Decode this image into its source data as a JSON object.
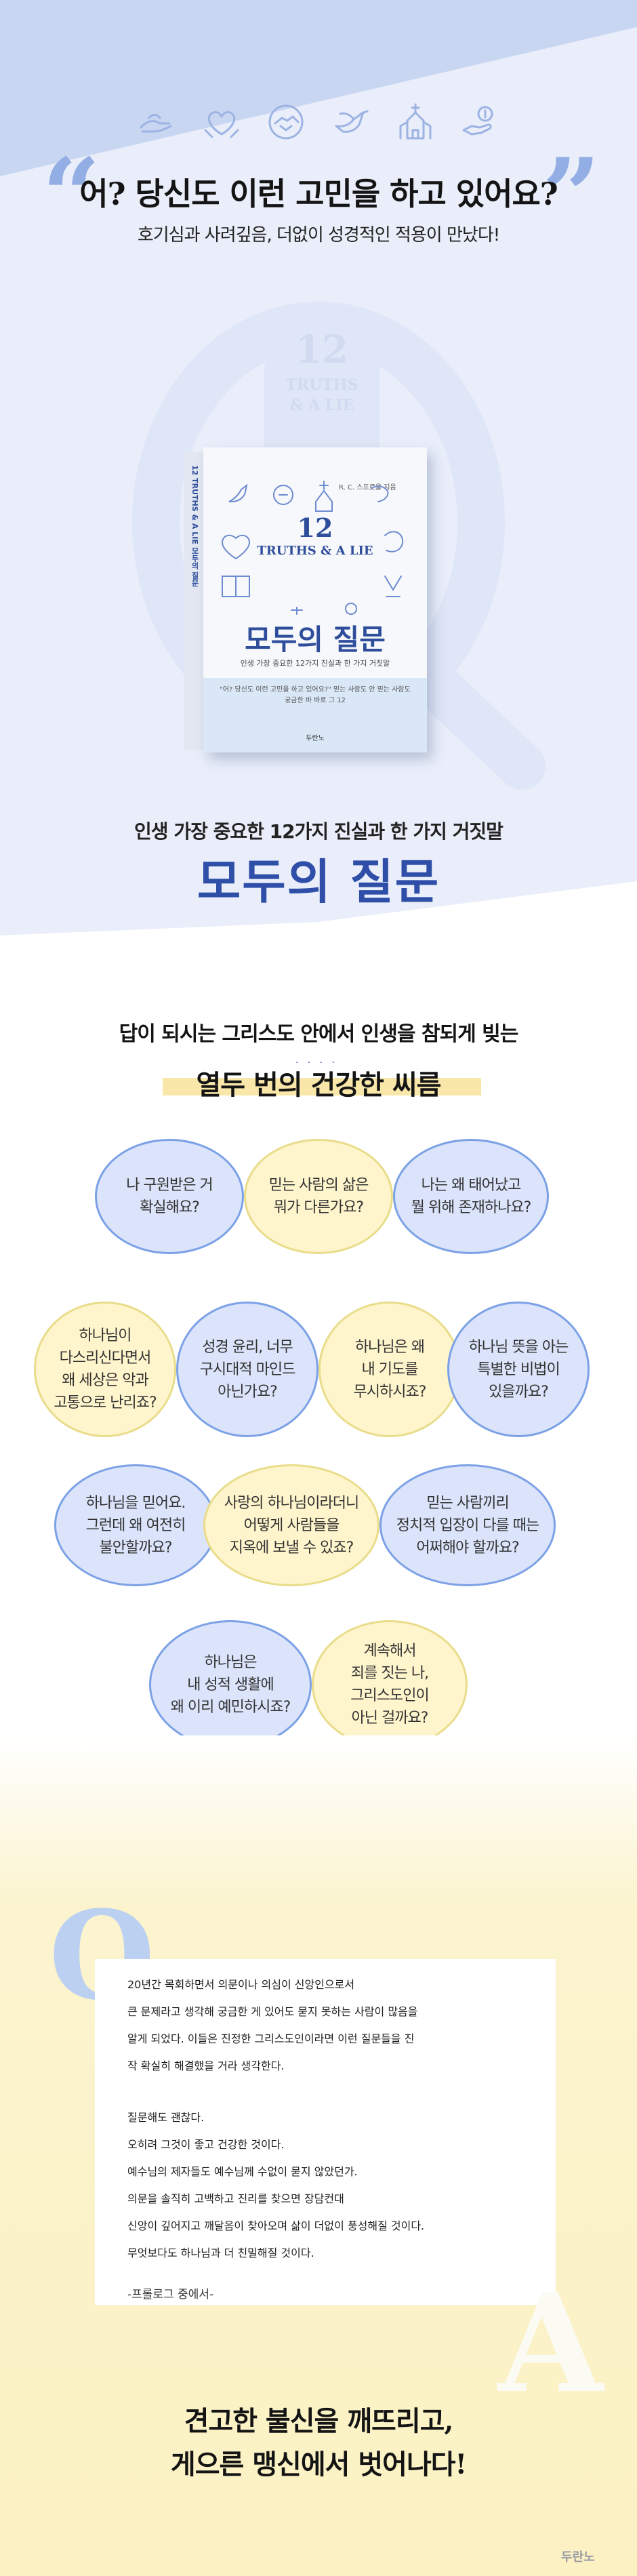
{
  "header": {
    "icons": [
      "hands-praying-icon",
      "heart-hands-icon",
      "handshake-icon",
      "dove-icon",
      "church-icon",
      "hand-coins-icon"
    ],
    "headline": "어? 당신도 이런 고민을 하고 있어요?",
    "subheadline": "호기심과 사려깊음, 더없이 성경적인 적용이 만났다!"
  },
  "book": {
    "title_en_1": "12",
    "title_en_2": "TRUTHS & A LIE",
    "title_ko": "모두의 질문",
    "author": "R. C. 스프로울 지음",
    "subtitle": "인생 가장 중요한 12가지 진실과 한 가지 거짓말",
    "quote": "\"어? 당신도 이런 고민을 하고 있어요?\" 믿는 사람도 안 믿는 사람도 궁금한 바 바로 그 12",
    "publisher": "두란노",
    "spine_text": "12 TRUTHS & A LIE 모두의 질문"
  },
  "tagline": {
    "line": "인생 가장 중요한 12가지 진실과 한 가지 거짓말",
    "brand": "모두의 질문"
  },
  "middle": {
    "title": "답이 되시는 그리스도 안에서 인생을 참되게 빚는",
    "highlight": "열두 번의 건강한 씨름"
  },
  "questions": [
    {
      "lines": [
        "나 구원받은 거",
        "확실해요?"
      ],
      "color": "blue"
    },
    {
      "lines": [
        "믿는 사람의 삶은",
        "뭐가 다른가요?"
      ],
      "color": "yellow"
    },
    {
      "lines": [
        "나는 왜 태어났고",
        "뭘 위해 존재하나요?"
      ],
      "color": "blue"
    },
    {
      "lines": [
        "하나님이",
        "다스리신다면서",
        "왜 세상은 악과",
        "고통으로 난리죠?"
      ],
      "color": "yellow"
    },
    {
      "lines": [
        "성경 윤리, 너무",
        "구시대적 마인드",
        "아닌가요?"
      ],
      "color": "blue"
    },
    {
      "lines": [
        "하나님은 왜",
        "내 기도를",
        "무시하시죠?"
      ],
      "color": "yellow"
    },
    {
      "lines": [
        "하나님 뜻을 아는",
        "특별한 비법이",
        "있을까요?"
      ],
      "color": "blue"
    },
    {
      "lines": [
        "하나님을 믿어요.",
        "그런데 왜 여전히",
        "불안할까요?"
      ],
      "color": "blue"
    },
    {
      "lines": [
        "사랑의 하나님이라더니",
        "어떻게 사람들을",
        "지옥에 보낼 수 있죠?"
      ],
      "color": "yellow"
    },
    {
      "lines": [
        "믿는 사람끼리",
        "정치적 입장이 다를 때는",
        "어쩌해야 할까요?"
      ],
      "color": "blue"
    },
    {
      "lines": [
        "하나님은",
        "내 성적 생활에",
        "왜 이리 예민하시죠?"
      ],
      "color": "blue"
    },
    {
      "lines": [
        "계속해서",
        "죄를 짓는 나,",
        "그리스도인이",
        "아닌 걸까요?"
      ],
      "color": "yellow"
    }
  ],
  "prologue": {
    "big_q": "Q",
    "big_a": "A",
    "para1": [
      "20년간 목회하면서 의문이나 의심이 신앙인으로서",
      "큰 문제라고 생각해 궁금한 게 있어도 묻지 못하는 사람이 많음을",
      "알게 되었다. 이들은 진정한 그리스도인이라면 이런 질문들을 진",
      "작 확실히 해결했을 거라 생각한다."
    ],
    "para2": [
      {
        "text": "질문해도 괜찮다.",
        "strong": true
      },
      {
        "text": "오히려 그것이 좋고 건강한 것이다.",
        "strong": true
      },
      {
        "text": "예수님의 제자들도 예수님께 수없이 묻지 않았던가.",
        "strong": false
      },
      {
        "text": "의문을 솔직히 고백하고 진리를 찾으면 장담컨대",
        "strong": false
      },
      {
        "text": "신앙이 깊어지고 깨달음이 찾아오며 삶이 더없이 풍성해질 것이다.",
        "strong": true
      },
      {
        "text": "무엇보다도 하나님과 더 친밀해질 것이다.",
        "strong": false
      }
    ],
    "source": "-프롤로그 중에서-"
  },
  "closing": {
    "line1": "견고한 불신을 깨뜨리고,",
    "line2": "게으른 맹신에서 벗어나다!"
  },
  "footer": {
    "logo": "두란노"
  },
  "colors": {
    "accent_blue": "#2e4ea8",
    "bubble_blue": "#dbe4fb",
    "bubble_yellow": "#fff5cc",
    "top_bg": "#e9eefa"
  }
}
